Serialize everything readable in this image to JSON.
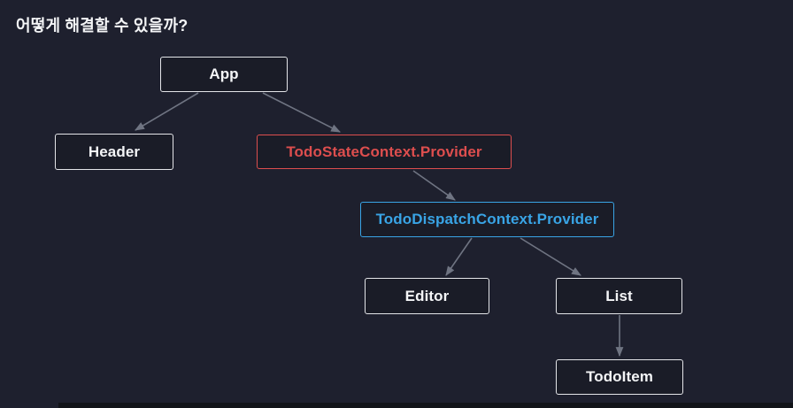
{
  "page": {
    "title": "어떻게 해결할 수 있을까?"
  },
  "colors": {
    "background": "#1e202e",
    "node_bg": "#1a1c27",
    "node_border": "#e4e5e9",
    "node_text": "#f4f5f7",
    "state_provider": "#dd4e4e",
    "dispatch_provider": "#39a4e5",
    "arrow": "#6f7482",
    "bottom_bar": "#121419",
    "title_text": "#f4f5f7"
  },
  "diagram": {
    "nodes": [
      {
        "id": "app",
        "label": "App",
        "variant": "default"
      },
      {
        "id": "header",
        "label": "Header",
        "variant": "default"
      },
      {
        "id": "todo-state-context-provider",
        "label": "TodoStateContext.Provider",
        "variant": "red"
      },
      {
        "id": "todo-dispatch-context-provider",
        "label": "TodoDispatchContext.Provider",
        "variant": "blue"
      },
      {
        "id": "editor",
        "label": "Editor",
        "variant": "default"
      },
      {
        "id": "list",
        "label": "List",
        "variant": "default"
      },
      {
        "id": "todo-item",
        "label": "TodoItem",
        "variant": "default"
      }
    ],
    "edges": [
      {
        "from": "app",
        "to": "header"
      },
      {
        "from": "app",
        "to": "todo-state-context-provider"
      },
      {
        "from": "todo-state-context-provider",
        "to": "todo-dispatch-context-provider"
      },
      {
        "from": "todo-dispatch-context-provider",
        "to": "editor"
      },
      {
        "from": "todo-dispatch-context-provider",
        "to": "list"
      },
      {
        "from": "list",
        "to": "todo-item"
      }
    ]
  }
}
